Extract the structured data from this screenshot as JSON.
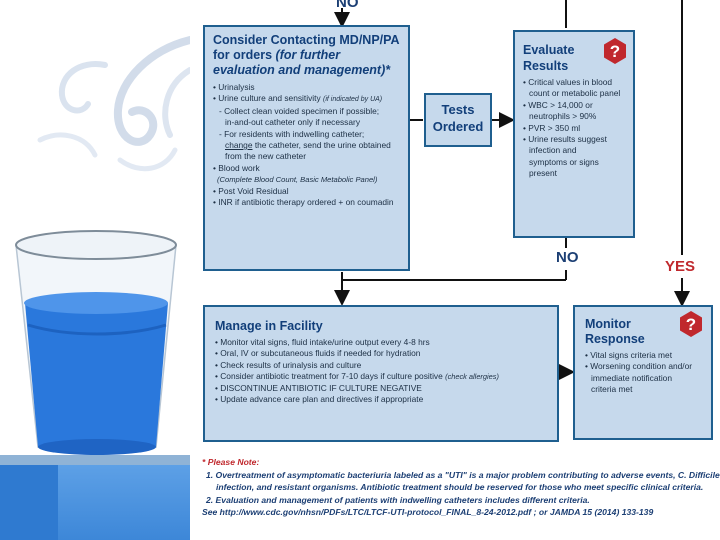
{
  "labels": {
    "no_top": "NO",
    "no": "NO",
    "yes": "YES"
  },
  "consider": {
    "title_line1": "Consider Contacting MD/NP/PA",
    "title_line2": "for orders",
    "title_line2_italic": "(for further",
    "title_line3": "evaluation and management)*",
    "items": [
      "• Urinalysis",
      "• Urine culture and sensitivity",
      "- Collect clean voided specimen if possible;",
      "in-and-out catheter only if necessary",
      "- For residents with indwelling catheter;",
      "the catheter, send the urine obtained",
      "from the new catheter",
      "• Blood work",
      "(Complete Blood Count, Basic Metabolic Panel)",
      "• Post Void Residual",
      "• INR if antibiotic therapy ordered + on coumadin"
    ],
    "if_indicated": "(if indicated by UA)",
    "change_word": "change"
  },
  "tests": {
    "line1": "Tests",
    "line2": "Ordered"
  },
  "evaluate": {
    "title_line1": "Evaluate",
    "title_line2": "Results",
    "items": [
      "• Critical values in blood",
      "count or metabolic panel",
      "• WBC > 14,000 or",
      "neutrophils > 90%",
      "• PVR > 350 ml",
      "• Urine results suggest",
      "infection and",
      "symptoms or signs",
      "present"
    ]
  },
  "manage": {
    "title": "Manage in Facility",
    "items": [
      "• Monitor vital signs, fluid intake/urine output every 4-8 hrs",
      "• Oral, IV or subcutaneous fluids if needed for hydration",
      "• Check results of urinalysis and culture",
      "• Consider antibiotic treatment for 7-10 days if culture positive",
      "• DISCONTINUE ANTIBIOTIC IF CULTURE NEGATIVE",
      "• Update advance care plan and directives if appropriate"
    ],
    "check_allergies": "(check allergies)"
  },
  "monitor": {
    "title_line1": "Monitor",
    "title_line2": "Response",
    "items": [
      "• Vital signs criteria met",
      "• Worsening condition and/or",
      "immediate notification",
      "criteria met"
    ]
  },
  "notes": {
    "head": "* Please Note:",
    "line1": "1. Overtreatment of asymptomatic bacteriuria labeled as a \"UTI\" is a major problem contributing to adverse events, C. Difficile",
    "line1b": "infection, and resistant organisms. Antibiotic treatment should be reserved for those who meet specific clinical criteria.",
    "line2": "2. Evaluation and management of patients with indwelling catheters includes different criteria.",
    "line3": "See http://www.cdc.gov/nhsn/PDFs/LTC/LTCF-UTI-protocol_FINAL_8-24-2012.pdf ; or JAMDA 15 (2014) 133-139"
  },
  "colors": {
    "box_fill": "#c6d9ec",
    "box_border": "#1f5f8f",
    "title_blue": "#123f7a",
    "yes_red": "#c0282d",
    "question_icon": "#c0282d"
  }
}
